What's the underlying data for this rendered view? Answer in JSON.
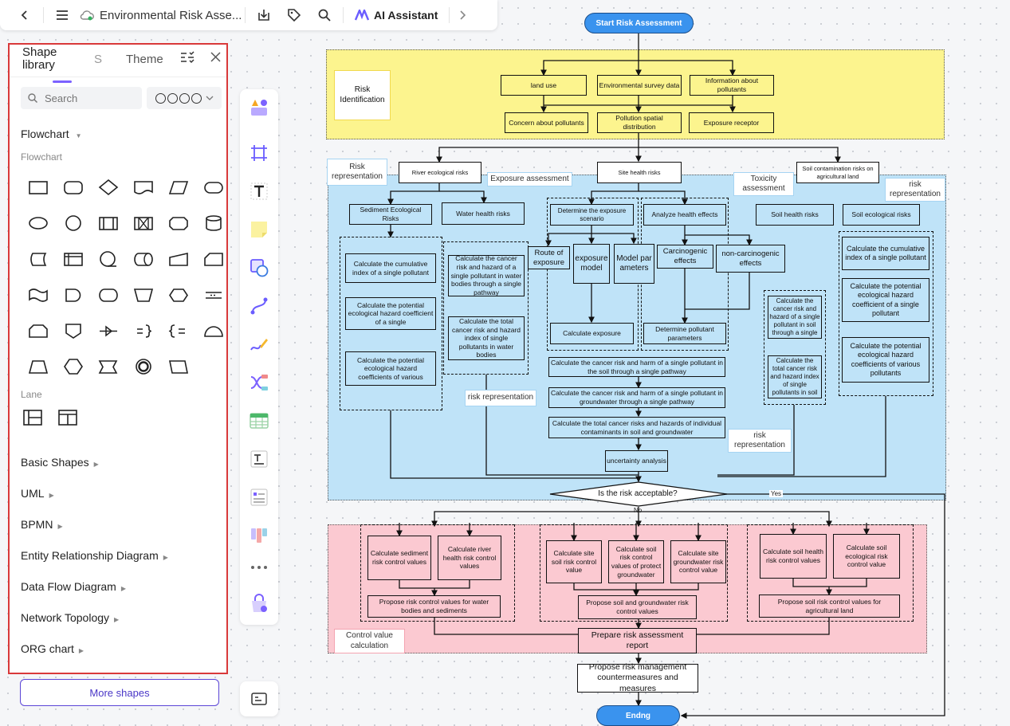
{
  "toolbar": {
    "document_title": "Environmental Risk Asse...",
    "ai_assistant_label": "AI Assistant"
  },
  "panel": {
    "tabs": {
      "shape_library": "Shape library",
      "s": "S",
      "theme": "Theme"
    },
    "search_placeholder": "Search",
    "flowchart_section": "Flowchart",
    "flowchart_subtitle": "Flowchart",
    "lane_subtitle": "Lane",
    "categories": [
      "Basic Shapes",
      "UML",
      "BPMN",
      "Entity Relationship Diagram",
      "Data Flow Diagram",
      "Network Topology",
      "ORG chart"
    ],
    "more_shapes": "More shapes"
  },
  "diagram": {
    "start": "Start Risk Assessment",
    "end": "Endng",
    "identification": {
      "label": "Risk Identification",
      "top_row": [
        "land use",
        "Environmental survey data",
        "Information about pollutants"
      ],
      "bottom_row": [
        "Concern about pollutants",
        "Pollution spatial distribution",
        "Exposure receptor"
      ]
    },
    "labels": {
      "risk_representation_1": "Risk representation",
      "exposure_assessment": "Exposure assessment",
      "toxicity_assessment": "Toxicity assessment",
      "risk_representation_2": "risk representation",
      "risk_representation_3": "risk representation",
      "risk_representation_4": "risk representation",
      "control_value_calculation": "Control value calculation"
    },
    "categories": {
      "river": "River ecological risks",
      "site": "Site health risks",
      "soil_ag": "Soil contamination risks on agricultural land"
    },
    "river": {
      "sediment": "Sediment Ecological Risks",
      "water": "Water health risks",
      "sed_items": [
        "Calculate the cumulative index of a single pollutant",
        "Calculate the potential ecological hazard coefficient of a single",
        "Calculate the potential ecological hazard coefficients of various"
      ],
      "water_items": [
        "Calculate the cancer risk and hazard of a single pollutant in water bodies through a single pathway",
        "Calculate the total cancer risk and hazard index of single pollutants in water bodies"
      ]
    },
    "site": {
      "scenario": "Determine the exposure scenario",
      "route": "Route of exposure",
      "model": "exposure model",
      "params": "Model par ameters",
      "calc_exposure": "Calculate exposure",
      "health": "Analyze health effects",
      "carcinogenic": "Carcinogenic effects",
      "noncarcinogenic": "non-carcinogenic effects",
      "pollutant_params": "Determine pollutant parameters",
      "steps": [
        "Calculate the cancer risk and harm of a single pollutant in the soil through a single pathway",
        "Calculate the cancer risk and harm of a single pollutant in groundwater through a single pathway",
        "Calculate the total cancer risks and hazards of individual contaminants in soil and groundwater",
        "uncertainty analysis"
      ]
    },
    "soil": {
      "health": "Soil health risks",
      "ecological": "Soil ecological risks",
      "health_items": [
        "Calculate the cancer risk and hazard of a single pollutant in soil through a single",
        "Calculate the total cancer risk and hazard index of single pollutants in soil"
      ],
      "eco_items": [
        "Calculate the cumulative index of a single pollutant",
        "Calculate the potential ecological hazard coefficient of a single pollutant",
        "Calculate the potential ecological hazard coefficients of various pollutants"
      ]
    },
    "decision": {
      "question": "Is the risk acceptable?",
      "yes": "Yes",
      "no": "No"
    },
    "control": {
      "g1": [
        "Calculate sediment risk control values",
        "Calculate river health risk control values"
      ],
      "g1_out": "Propose risk control values for water bodies and sediments",
      "g2": [
        "Calculate site soil risk control value",
        "Calculate soil risk control values of protect groundwater",
        "Calculate site groundwater risk control value"
      ],
      "g2_out": "Propose soil and groundwater risk control values",
      "g3": [
        "Calculate soil health risk control values",
        "Calculate soil ecological risk control value"
      ],
      "g3_out": "Propose soil risk control values for agricultural land"
    },
    "report": "Prepare risk assessment report",
    "measures": "Propose risk management countermeasures and measures"
  },
  "colors": {
    "accent": "#7b61ff",
    "panel_border": "#d9393a",
    "yellow_band": "#fcf48e",
    "blue_band": "#bfe3f8",
    "pink_band": "#fbc9d1",
    "start_end": "#3a93ee"
  }
}
